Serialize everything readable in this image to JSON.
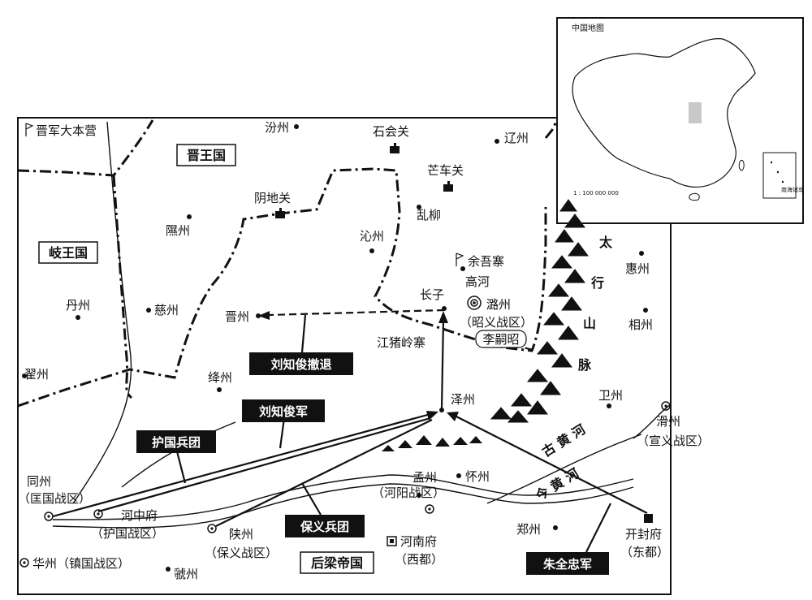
{
  "inset": {
    "title": "中国地图",
    "scale": "1 : 100 000 000",
    "small_box_label": "南海诸岛"
  },
  "regions": {
    "jin": "晋王国",
    "qi": "岐王国",
    "houliang": "后梁帝国"
  },
  "places": {
    "jin_hq": "晋军大本营",
    "fenzhou": "汾州",
    "shihuiguan": "石会关",
    "liaozhou": "辽州",
    "mangcheguan": "芒车关",
    "yindiguan": "阴地关",
    "luanliu": "乱柳",
    "xizhou": "隰州",
    "qinzhou": "沁州",
    "yuwuzhai": "余吾寨",
    "gaohe": "高河",
    "zhangzi": "长子",
    "luzhou": "潞州",
    "zhaoyi": "（昭义战区）",
    "li_sizhao": "李嗣昭",
    "cizhou": "慈州",
    "jinzhou": "晋州",
    "jiangzhulingzhai": "江猪岭寨",
    "danzhou": "丹州",
    "dizhou": "翟州",
    "jiangzhou": "绛州",
    "zezhou": "泽州",
    "huizhou": "惠州",
    "xiangzhou": "相州",
    "weizhou": "卫州",
    "huazhou_right": "滑州",
    "xuanyi": "（宣义战区）",
    "tongzhou": "同州",
    "kuangguo": "（匡国战区）",
    "hezhongfu": "河中府",
    "huguo": "（护国战区）",
    "mengzhou": "孟州",
    "heyang": "（河阳战区）",
    "huaizhou": "怀州",
    "shanzhou": "陕州",
    "baoyi": "（保义战区）",
    "henanfu": "河南府",
    "xidu": "（西都）",
    "zhengzhou": "郑州",
    "kaifengfu": "开封府",
    "dongdu": "（东都）",
    "huazhou_bottom": "华州（镇国战区）",
    "guozhou": "虢州"
  },
  "terrain": {
    "taihang": [
      "太",
      "行",
      "山",
      "脉"
    ],
    "old_yellow": "古 黄 河",
    "new_yellow": "今 黄 河"
  },
  "armies": {
    "retreat": "刘知俊撤退",
    "liu_army": "刘知俊军",
    "huguo_corps": "护国兵团",
    "baoyi_corps": "保义兵团",
    "zhu_army": "朱全忠军"
  },
  "colors": {
    "ink": "#111111",
    "paper": "#ffffff",
    "highlight": "#c8c8c8"
  }
}
